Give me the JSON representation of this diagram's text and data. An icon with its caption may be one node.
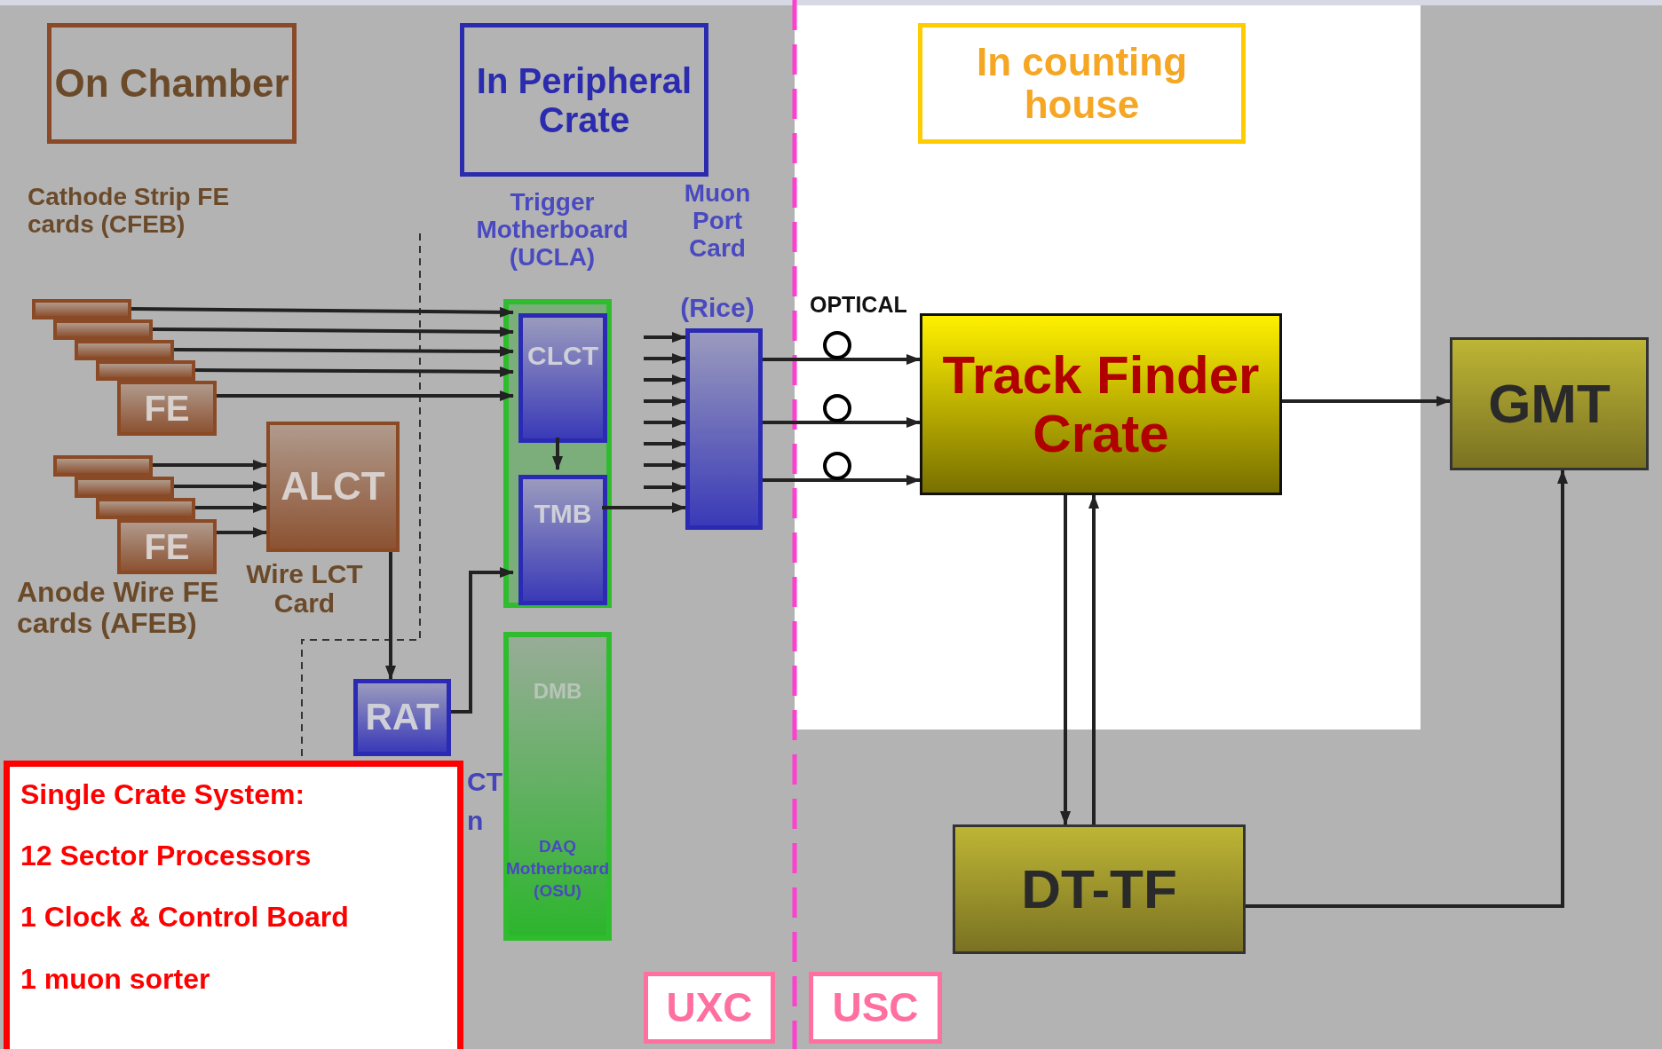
{
  "diagram": {
    "nodes": [
      {
        "text": [
          "On Chamber"
        ]
      },
      {
        "text": [
          "In Peripheral Crate"
        ]
      },
      {
        "text": [
          "In counting house"
        ]
      },
      {
        "text": [],
        "shape": "box"
      },
      {
        "text": [],
        "shape": "box"
      },
      {
        "text": [],
        "shape": "box"
      },
      {
        "text": [],
        "shape": "box"
      },
      {
        "text": [
          "FE"
        ]
      },
      {
        "text": [],
        "shape": "box"
      },
      {
        "text": [],
        "shape": "box"
      },
      {
        "text": [],
        "shape": "box"
      },
      {
        "text": [
          "FE"
        ]
      },
      {
        "text": [
          "ALCT"
        ],
        "beside": [
          "Wire LCT Card"
        ]
      },
      {
        "text": [],
        "shape": "box",
        "beside": [
          "Trigger Motherboard (UCLA)"
        ]
      },
      {
        "text": [
          "CLCT"
        ],
        "in": 13
      },
      {
        "text": [
          "TMB"
        ],
        "in": 13
      },
      {
        "text": [
          "RAT"
        ]
      },
      {
        "text": [
          "DMB",
          "DAQ Motherboard (OSU)"
        ]
      },
      {
        "text": [],
        "shape": "box"
      },
      {
        "text": [
          "Track Finder Crate"
        ]
      },
      {
        "text": [
          "GMT"
        ]
      },
      {
        "text": [
          "DT-TF"
        ]
      },
      {
        "text": [
          "Single Crate System:",
          "12 Sector Processors",
          "1 Clock & Control Board",
          "1 muon sorter"
        ]
      },
      {
        "text": [
          "UXC"
        ]
      },
      {
        "text": [
          "USC"
        ]
      }
    ],
    "edges": [
      {
        "from": 3,
        "to": 14,
        "arrow": "to"
      },
      {
        "from": 4,
        "to": 14,
        "arrow": "to"
      },
      {
        "from": 5,
        "to": 14,
        "arrow": "to"
      },
      {
        "from": 6,
        "to": 14,
        "arrow": "to"
      },
      {
        "from": 7,
        "to": 14,
        "arrow": "to"
      },
      {
        "from": 8,
        "to": 12,
        "arrow": "to"
      },
      {
        "from": 9,
        "to": 12,
        "arrow": "to"
      },
      {
        "from": 10,
        "to": 12,
        "arrow": "to"
      },
      {
        "from": 11,
        "to": 12,
        "arrow": "to"
      },
      {
        "from": 14,
        "to": 15,
        "arrow": "to"
      },
      {
        "from": 12,
        "to": 16,
        "arrow": "to"
      },
      {
        "from": 16,
        "to": 15,
        "arrow": "to"
      },
      {
        "from": null,
        "to": 18,
        "arrow": "to"
      },
      {
        "from": null,
        "to": 18,
        "arrow": "to"
      },
      {
        "from": null,
        "to": 18,
        "arrow": "to"
      },
      {
        "from": null,
        "to": 18,
        "arrow": "to"
      },
      {
        "from": null,
        "to": 18,
        "arrow": "to"
      },
      {
        "from": null,
        "to": 18,
        "arrow": "to"
      },
      {
        "from": null,
        "to": 18,
        "arrow": "to"
      },
      {
        "from": null,
        "to": 18,
        "arrow": "to"
      },
      {
        "from": 15,
        "to": 18,
        "arrow": "to"
      },
      {
        "from": 18,
        "to": 19,
        "arrow": "to"
      },
      {
        "from": 18,
        "to": 19,
        "arrow": "to"
      },
      {
        "from": 18,
        "to": 19,
        "arrow": "to"
      },
      {
        "from": 19,
        "to": 20,
        "arrow": "to"
      },
      {
        "from": 19,
        "to": 21,
        "arrow": "to"
      },
      {
        "from": 21,
        "to": 19,
        "arrow": "to"
      },
      {
        "from": 21,
        "to": 20,
        "arrow": "to"
      }
    ],
    "labels": [
      "Cathode Strip FE cards (CFEB)",
      "Muon Port Card",
      "(Rice)",
      "Anode Wire FE cards (AFEB)",
      "OPTICAL",
      "CT",
      "n"
    ]
  }
}
